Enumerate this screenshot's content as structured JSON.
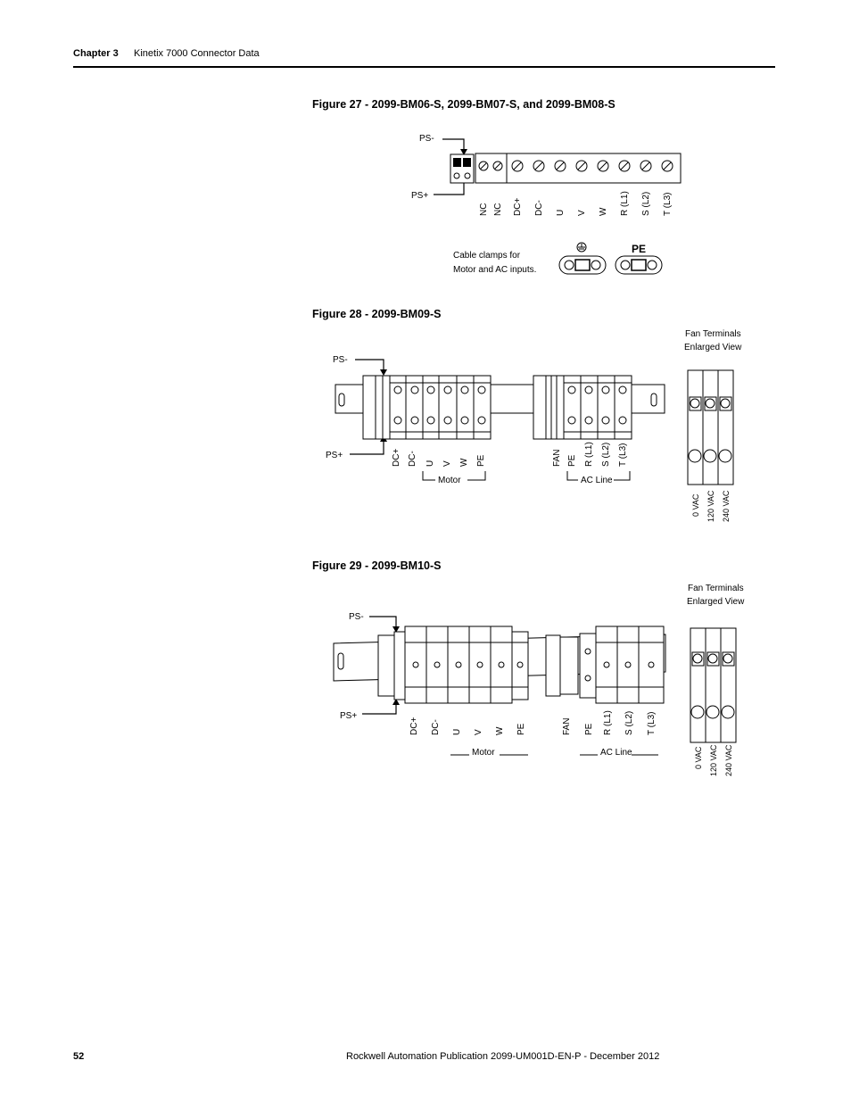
{
  "header": {
    "chapter": "Chapter 3",
    "title": "Kinetix 7000 Connector Data"
  },
  "fig27": {
    "title": "Figure 27 - 2099-BM06-S, 2099-BM07-S, and 2099-BM08-S",
    "ps_minus": "PS-",
    "ps_plus": "PS+",
    "terminals": [
      "NC",
      "NC",
      "DC+",
      "DC-",
      "U",
      "V",
      "W",
      "R (L1)",
      "S (L2)",
      "T (L3)"
    ],
    "clamp_note_line1": "Cable clamps for",
    "clamp_note_line2": "Motor and AC inputs.",
    "pe_label": "PE"
  },
  "fig28": {
    "title": "Figure 28 - 2099-BM09-S",
    "ps_minus": "PS-",
    "ps_plus": "PS+",
    "motor_terminals": [
      "DC+",
      "DC-",
      "U",
      "V",
      "W",
      "PE"
    ],
    "motor_group": "Motor",
    "ac_terminals": [
      "FAN",
      "PE",
      "R (L1)",
      "S (L2)",
      "T (L3)"
    ],
    "ac_group": "AC Line",
    "fan_title_line1": "Fan Terminals",
    "fan_title_line2": "Enlarged View",
    "fan_labels": [
      "0 VAC",
      "120 VAC",
      "240 VAC"
    ]
  },
  "fig29": {
    "title": "Figure 29 - 2099-BM10-S",
    "ps_minus": "PS-",
    "ps_plus": "PS+",
    "motor_terminals": [
      "DC+",
      "DC-",
      "U",
      "V",
      "W",
      "PE"
    ],
    "motor_group": "Motor",
    "ac_terminals": [
      "FAN",
      "PE",
      "R (L1)",
      "S (L2)",
      "T (L3)"
    ],
    "ac_group": "AC Line",
    "fan_title_line1": "Fan Terminals",
    "fan_title_line2": "Enlarged View",
    "fan_labels": [
      "0 VAC",
      "120 VAC",
      "240 VAC"
    ]
  },
  "footer": {
    "page": "52",
    "publication": "Rockwell Automation Publication 2099-UM001D-EN-P - December 2012"
  }
}
